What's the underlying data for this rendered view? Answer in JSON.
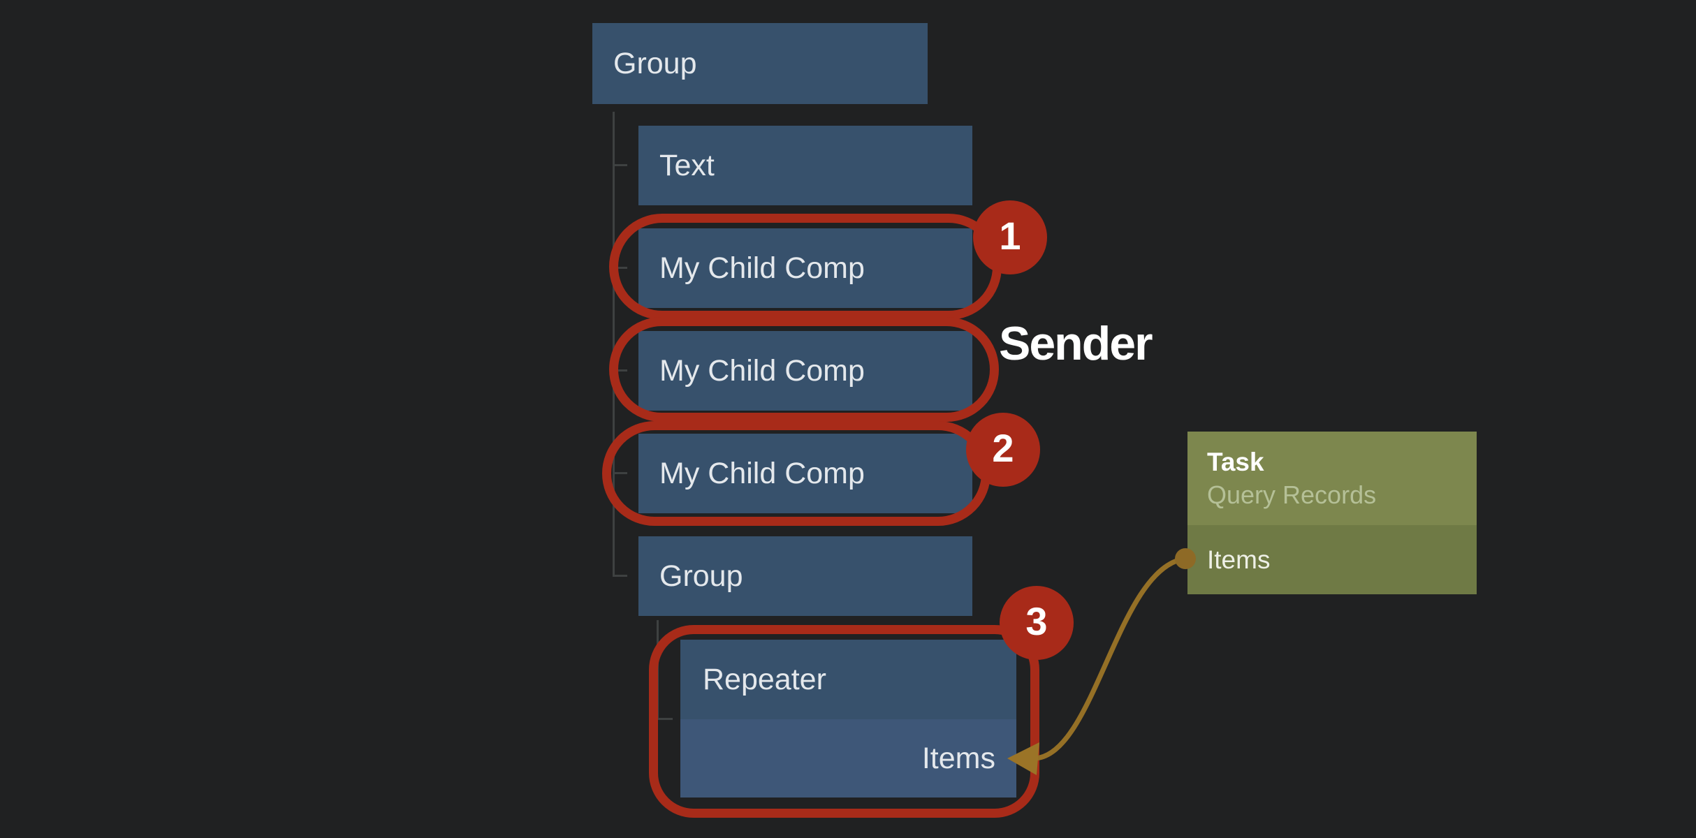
{
  "diagram": {
    "nodes": [
      {
        "label": "Group"
      },
      {
        "label": "Text"
      },
      {
        "label": "My Child Comp"
      },
      {
        "label": "My Child Comp"
      },
      {
        "label": "My Child Comp"
      },
      {
        "label": "Group"
      },
      {
        "label": "Repeater",
        "bound_prop": "Items"
      }
    ],
    "badges": [
      "1",
      "2",
      "3"
    ],
    "sender_label": "Sender",
    "task_card": {
      "title": "Task",
      "subtitle": "Query Records",
      "output": "Items"
    },
    "colors": {
      "background": "#202122",
      "node_fill": "#37516c",
      "repeater_body_fill": "#3e5778",
      "node_text": "#e4e8ec",
      "highlight_red": "#a82b19",
      "task_header_green": "#7d874e",
      "task_body_green": "#6f7a45",
      "task_subtitle_text": "#b5c097",
      "arrow_olive": "#957026",
      "tree_line": "#3e4141"
    }
  }
}
